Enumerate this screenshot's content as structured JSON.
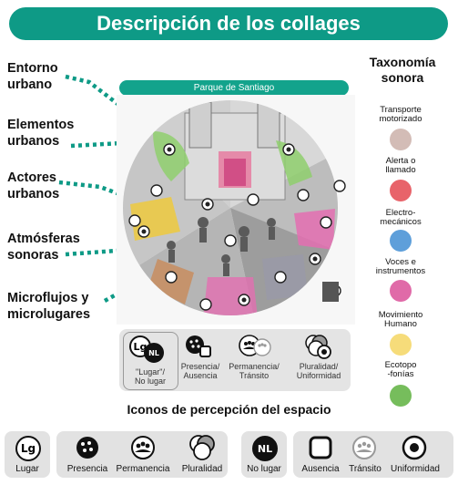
{
  "header": {
    "title": "Descripción de los collages"
  },
  "collage": {
    "title": "Parque de Santiago"
  },
  "categories": [
    {
      "label": "Entorno\nurbano"
    },
    {
      "label": "Elementos\nurbanos"
    },
    {
      "label": "Actores\nurbanos"
    },
    {
      "label": "Atmósferas\nsonoras"
    },
    {
      "label": "Microflujos y\nmicrolugares"
    }
  ],
  "taxonomy": {
    "title": "Taxonomía\nsonora",
    "items": [
      {
        "label": "Transporte\nmotorizado",
        "color": "#d3bcb6"
      },
      {
        "label": "Alerta o\nllamado",
        "color": "#e8636a"
      },
      {
        "label": "Electro-\nmecánicos",
        "color": "#5e9fda"
      },
      {
        "label": "Voces e\ninstrumentos",
        "color": "#e06aa8"
      },
      {
        "label": "Movimiento\nHumano",
        "color": "#f6dc7a"
      },
      {
        "label": "Ecotopo\n-fonías",
        "color": "#76bd5c"
      }
    ]
  },
  "legend": {
    "lugar": {
      "label": "\"Lugar\"/\nNo lugar",
      "icon_text": "Lg",
      "icon_text2": "NL"
    },
    "presencia": {
      "label": "Presencia/\nAusencia"
    },
    "permanencia": {
      "label": "Permanencia/\nTránsito"
    },
    "pluralidad": {
      "label": "Pluralidad/\nUniformidad"
    }
  },
  "subtitle": "Iconos de percepción del espacio",
  "bottom_icons": {
    "lugar": {
      "label": "Lugar",
      "icon_text": "Lg"
    },
    "presencia": {
      "label": "Presencia"
    },
    "permanencia": {
      "label": "Permanencia"
    },
    "pluralidad": {
      "label": "Pluralidad"
    },
    "no_lugar": {
      "label": "No lugar",
      "icon_text": "NL"
    },
    "ausencia": {
      "label": "Ausencia"
    },
    "transito": {
      "label": "Tránsito"
    },
    "uniformidad": {
      "label": "Uniformidad"
    }
  }
}
